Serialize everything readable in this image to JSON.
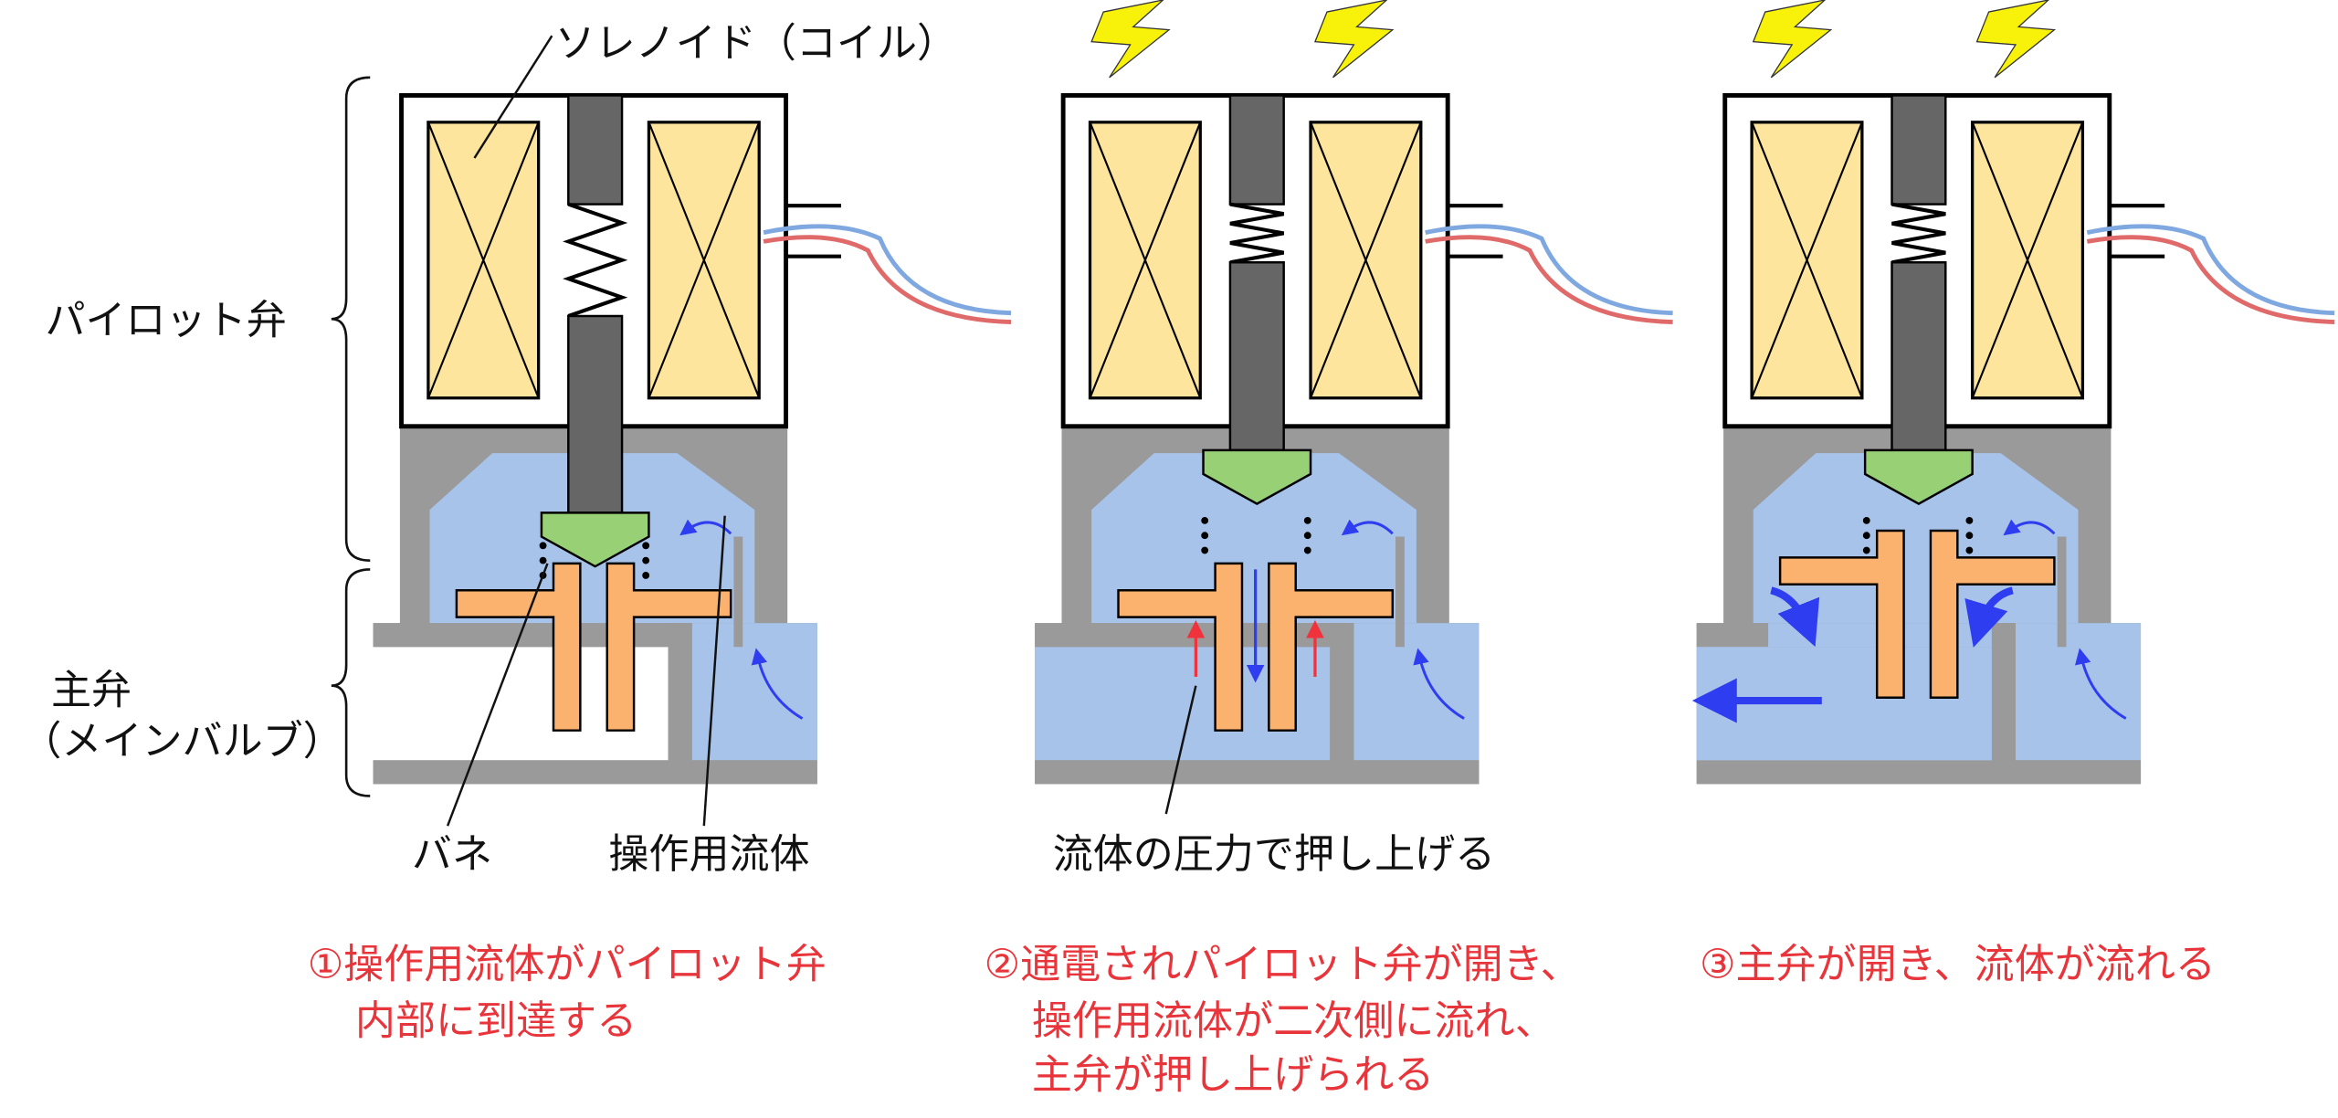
{
  "labels": {
    "solenoid": "ソレノイド（コイル）",
    "pilot_valve": "パイロット弁",
    "main_valve_line1": "主弁",
    "main_valve_line2": "（メインバルブ）",
    "spring": "バネ",
    "operating_fluid": "操作用流体",
    "pressure_push": "流体の圧力で押し上げる"
  },
  "captions": [
    {
      "lines": [
        "①操作用流体がパイロット弁",
        "内部に到達する"
      ]
    },
    {
      "lines": [
        "②通電されパイロット弁が開き、",
        "操作用流体が二次側に流れ、",
        "主弁が押し上げられる"
      ]
    },
    {
      "lines": [
        "③主弁が開き、流体が流れる"
      ]
    }
  ],
  "colors": {
    "coil": "#fde59d",
    "plunger": "#666666",
    "body": "#9a9a9a",
    "fluid": "#a7c3ea",
    "pilot_seat": "#98d076",
    "main_valve": "#fbb26e",
    "flow_arrow": "#2f3df0",
    "pressure_arrow": "#f0323c",
    "caption": "#e8353b",
    "lightning": "#f8f20a",
    "wire_blue": "#80a8e0",
    "wire_red": "#e06a6a"
  },
  "states": [
    {
      "step": 1,
      "energized": false,
      "pilot_open": false,
      "main_open": false
    },
    {
      "step": 2,
      "energized": true,
      "pilot_open": true,
      "main_open": false
    },
    {
      "step": 3,
      "energized": true,
      "pilot_open": true,
      "main_open": true
    }
  ]
}
